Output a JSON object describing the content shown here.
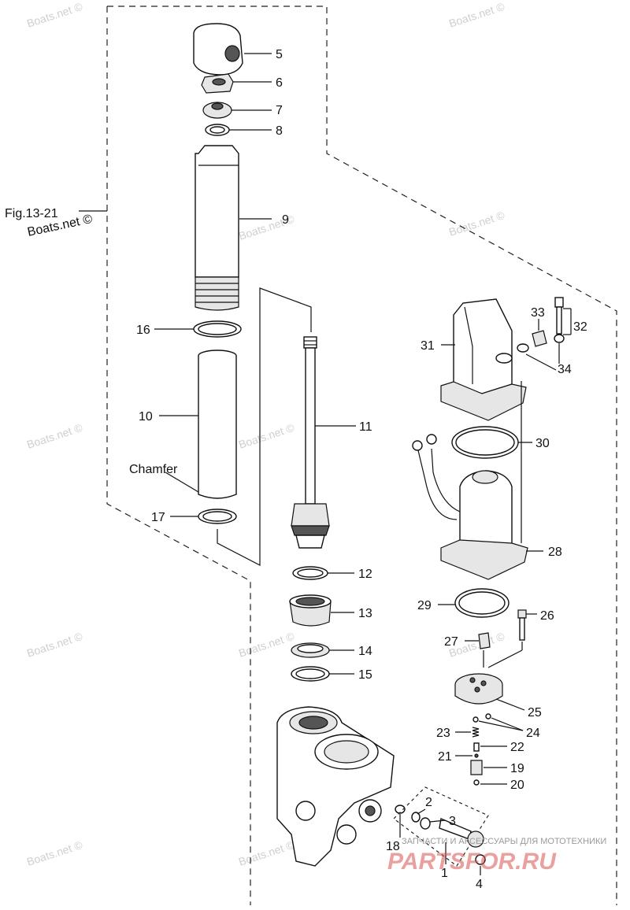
{
  "figure_ref": "Fig.13-21",
  "figure_ref_suffix": "Boats.net ©",
  "chamfer_label": "Chamfer",
  "watermark": "Boats.net ©",
  "brand_tagline": "ЗАПЧАСТИ И АКСЕССУАРЫ ДЛЯ МОТОТЕХНИКИ",
  "brand_name": "PARTSFOR.RU",
  "callouts": {
    "p1": "1",
    "p2": "2",
    "p3": "3",
    "p4": "4",
    "p5": "5",
    "p6": "6",
    "p7": "7",
    "p8": "8",
    "p9": "9",
    "p10": "10",
    "p11": "11",
    "p12": "12",
    "p13": "13",
    "p14": "14",
    "p15": "15",
    "p16": "16",
    "p17": "17",
    "p18": "18",
    "p19": "19",
    "p20": "20",
    "p21": "21",
    "p22": "22",
    "p23": "23",
    "p24": "24",
    "p25": "25",
    "p26": "26",
    "p27": "27",
    "p28": "28",
    "p29": "29",
    "p30": "30",
    "p31": "31",
    "p32": "32",
    "p33": "33",
    "p34": "34"
  }
}
